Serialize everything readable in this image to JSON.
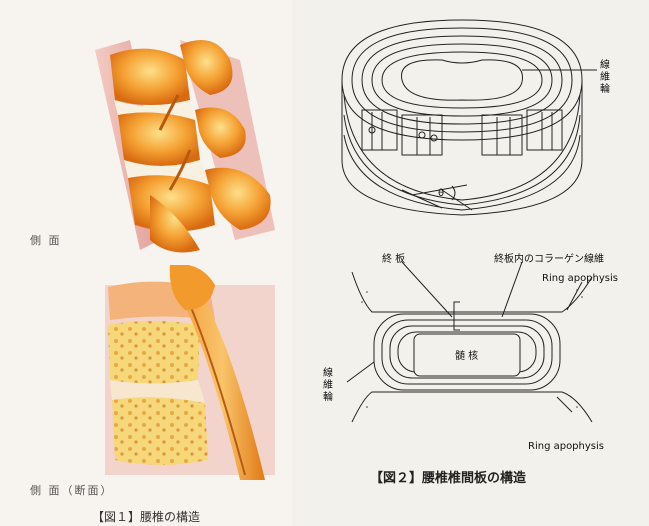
{
  "figure1": {
    "side_view_label": "側 面",
    "section_view_label": "側 面（断面）",
    "caption": "【図１】腰椎の構造"
  },
  "figure2": {
    "annulus_label_top": "線維輪",
    "endplate_label": "終 板",
    "endplate_collagen_label": "終板内のコラーゲン線維",
    "ring_apophysis_top": "Ring apophysis",
    "nucleus_label": "髄 核",
    "annulus_label_side": "線維輪",
    "ring_apophysis_bottom": "Ring apophysis",
    "theta_symbol": "θ",
    "caption": "【図２】腰椎椎間板の構造"
  },
  "colors": {
    "bone_orange": "#f28a1e",
    "bone_light": "#fbc25a",
    "ligament_pink": "#e8a0a0",
    "marrow_yellow": "#f6d77a",
    "line_dark": "#222222"
  }
}
